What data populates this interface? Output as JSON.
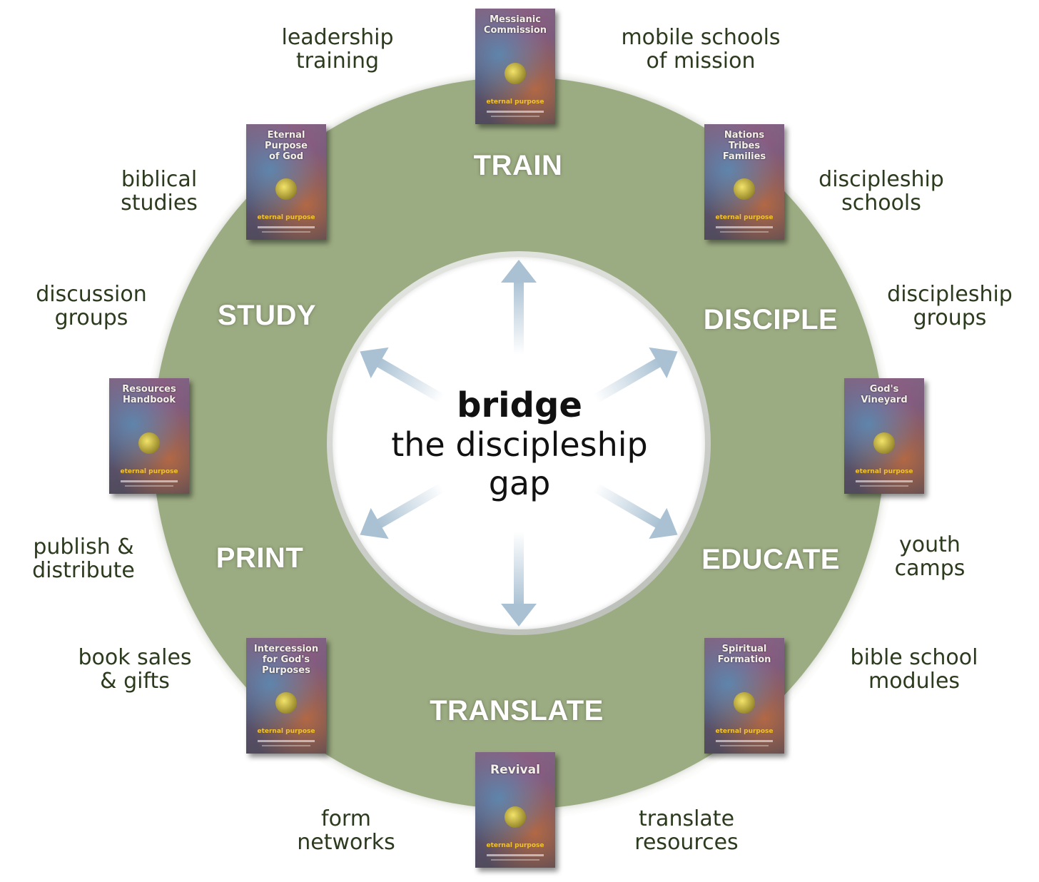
{
  "center": {
    "bold": "bridge",
    "line1": "the discipleship",
    "line2": "gap"
  },
  "segments": {
    "train": "TRAIN",
    "disciple": "DISCIPLE",
    "educate": "EDUCATE",
    "translate": "TRANSLATE",
    "print": "PRINT",
    "study": "STUDY"
  },
  "captions": {
    "leadership": [
      "leadership",
      "training"
    ],
    "mobile": [
      "mobile schools",
      "of mission"
    ],
    "disc_schools": [
      "discipleship",
      "schools"
    ],
    "disc_groups": [
      "discipleship",
      "groups"
    ],
    "youth": [
      "youth",
      "camps"
    ],
    "bible_school": [
      "bible school",
      "modules"
    ],
    "translate_res": [
      "translate",
      "resources"
    ],
    "networks": [
      "form",
      "networks"
    ],
    "book_sales": [
      "book sales",
      "& gifts"
    ],
    "publish": [
      "publish &",
      "distribute"
    ],
    "discussion": [
      "discussion",
      "groups"
    ],
    "biblical": [
      "biblical",
      "studies"
    ]
  },
  "books": {
    "messianic": "Messianic\nCommission",
    "nations": "Nations\nTribes\nFamilies",
    "vineyard": "God's\nVineyard",
    "spiritual": "Spiritual\nFormation",
    "revival": "Revival",
    "intercession": "Intercession\nfor God's\nPurposes",
    "resources": "Resources\nHandbook",
    "eternal": "Eternal\nPurpose\nof God",
    "brand": "eternal purpose"
  },
  "colors": {
    "ring": "#9cac82",
    "caption": "#2c3a1e",
    "arrow": "#a9c1d3",
    "segment_text": "#ffffff"
  }
}
